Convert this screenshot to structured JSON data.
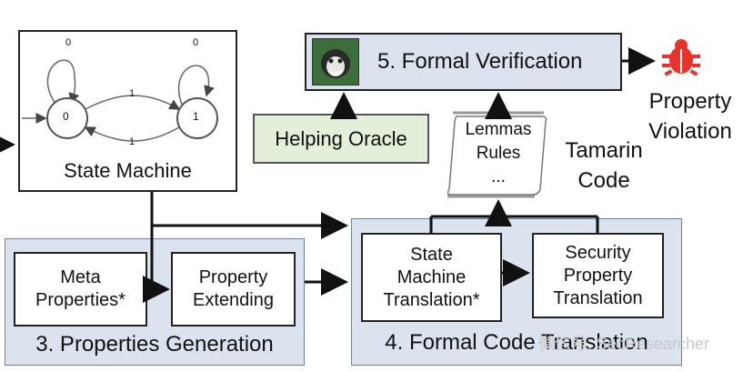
{
  "state_machine": {
    "title": "State Machine",
    "states": [
      "0",
      "1"
    ],
    "transition_labels": [
      "0",
      "0",
      "1",
      "1"
    ]
  },
  "formal_verification": {
    "label": "5. Formal Verification"
  },
  "property_violation": {
    "line1": "Property",
    "line2": "Violation"
  },
  "helping_oracle": {
    "label": "Helping Oracle"
  },
  "tamarin_code": {
    "scroll_lines": [
      "Lemmas",
      "Rules",
      "..."
    ],
    "caption_line1": "Tamarin",
    "caption_line2": "Code"
  },
  "properties_generation": {
    "title": "3. Properties Generation",
    "meta_properties": "Meta\nProperties*",
    "property_extending": "Property\nExtending"
  },
  "formal_code_translation": {
    "title": "4. Formal Code Translation",
    "state_machine_translation": "State\nMachine\nTranslation*",
    "security_property_translation": "Security\nProperty\nTranslation"
  },
  "watermark": {
    "text": "微信号: SecResearcher"
  },
  "colors": {
    "group_fill": "#dbe3ef",
    "oracle_fill": "#e2efd9",
    "bug_red": "#e8332a"
  }
}
